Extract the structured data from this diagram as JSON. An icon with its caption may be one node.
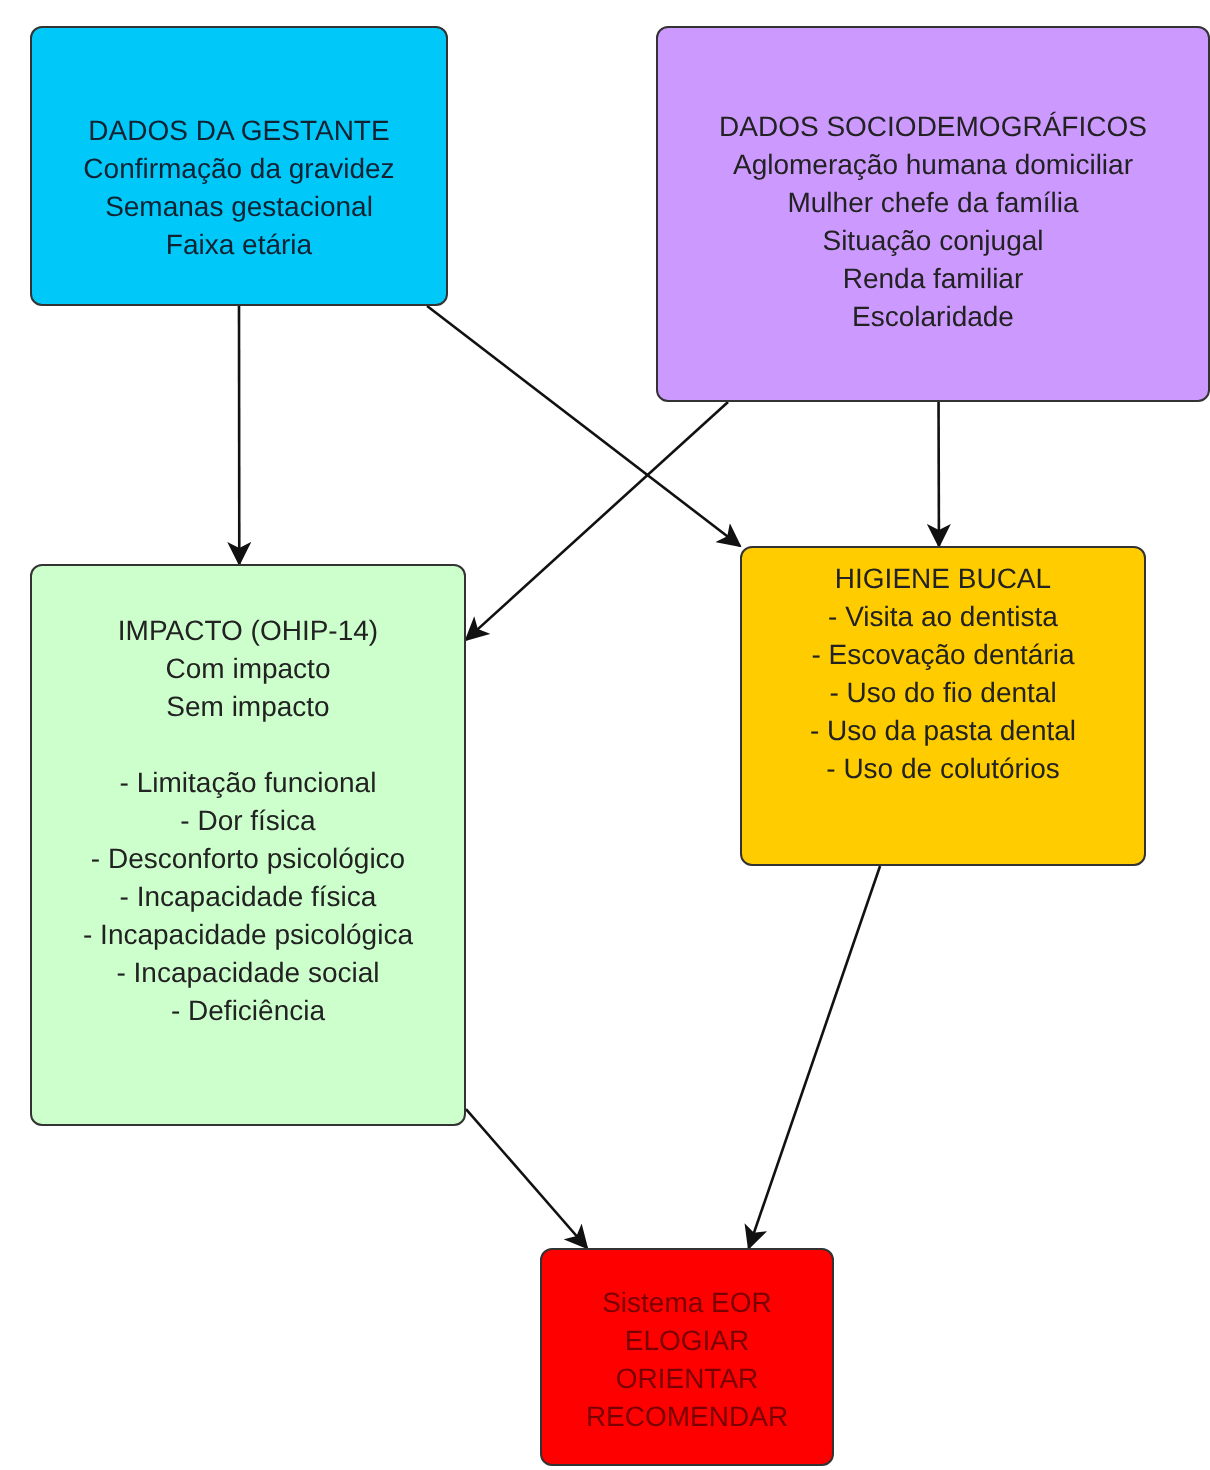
{
  "diagram": {
    "nodes": [
      {
        "text": [
          "DADOS DA GESTANTE",
          "Confirmação da gravidez",
          "Semanas gestacional",
          "Faixa etária"
        ]
      },
      {
        "text": [
          "DADOS SOCIODEMOGRÁFICOS",
          "Aglomeração humana domiciliar",
          "Mulher chefe da família",
          "Situação conjugal",
          "Renda familiar",
          "Escolaridade"
        ]
      },
      {
        "text": [
          "IMPACTO (OHIP-14)",
          "Com impacto",
          "Sem impacto",
          "- Limitação funcional",
          "- Dor física",
          "- Desconforto psicológico",
          "- Incapacidade física",
          "- Incapacidade psicológica",
          "- Incapacidade social",
          "- Deficiência"
        ]
      },
      {
        "text": [
          "HIGIENE BUCAL",
          "- Visita ao dentista",
          "- Escovação dentária",
          "- Uso do fio dental",
          "- Uso da pasta dental",
          "- Uso de colutórios"
        ]
      },
      {
        "text": [
          "Sistema EOR",
          "ELOGIAR",
          "ORIENTAR",
          "RECOMENDAR"
        ]
      }
    ],
    "edges": [
      {
        "from": 0,
        "to": 2,
        "arrow": "to"
      },
      {
        "from": 0,
        "to": 3,
        "arrow": "to"
      },
      {
        "from": 1,
        "to": 2,
        "arrow": "to"
      },
      {
        "from": 1,
        "to": 3,
        "arrow": "to"
      },
      {
        "from": 2,
        "to": 4,
        "arrow": "to"
      },
      {
        "from": 3,
        "to": 4,
        "arrow": "to"
      }
    ]
  }
}
